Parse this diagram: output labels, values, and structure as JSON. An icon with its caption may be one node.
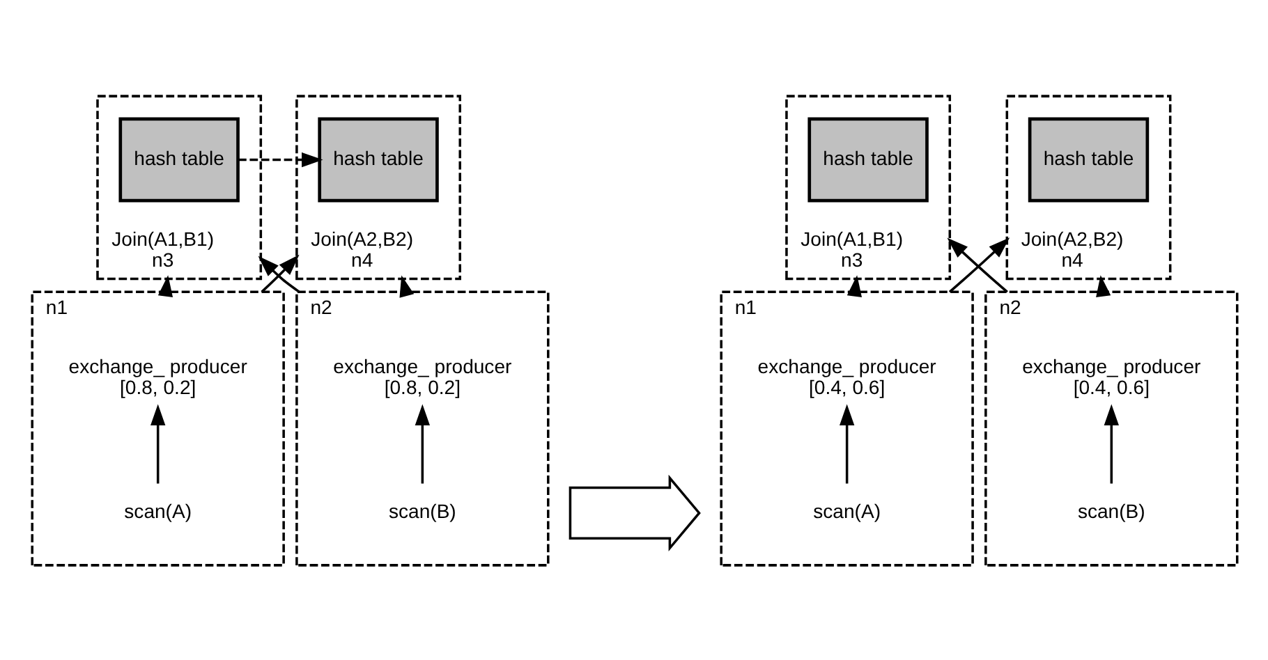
{
  "diagram": {
    "nodes": [
      {
        "text": [
          "Join(A1,B1)",
          "n3"
        ]
      },
      {
        "text": [
          "hash table"
        ],
        "in": 0
      },
      {
        "text": [
          "Join(A2,B2)",
          "n4"
        ]
      },
      {
        "text": [
          "hash table"
        ],
        "in": 2
      },
      {
        "text": [],
        "shape": "arrow"
      },
      {
        "text": [
          "Join(A1,B1)",
          "n3"
        ]
      },
      {
        "text": [
          "hash table"
        ],
        "in": 5
      },
      {
        "text": [
          "Join(A2,B2)",
          "n4"
        ]
      },
      {
        "text": [
          "hash table"
        ],
        "in": 7
      },
      {
        "text": [
          "n1"
        ]
      },
      {
        "text": [
          "exchange_ producer",
          "[0.8, 0.2]"
        ],
        "in": 9
      },
      {
        "text": [
          "scan(A)"
        ],
        "in": 9
      },
      {
        "text": [
          "n2"
        ]
      },
      {
        "text": [
          "exchange_ producer",
          "[0.8, 0.2]"
        ],
        "in": 12
      },
      {
        "text": [
          "scan(B)"
        ],
        "in": 12
      },
      {
        "text": [
          "n1"
        ]
      },
      {
        "text": [
          "exchange_ producer",
          "[0.4, 0.6]"
        ],
        "in": 15
      },
      {
        "text": [
          "scan(A)"
        ],
        "in": 15
      },
      {
        "text": [
          "n2"
        ]
      },
      {
        "text": [
          "exchange_ producer",
          "[0.4, 0.6]"
        ],
        "in": 18
      },
      {
        "text": [
          "scan(B)"
        ],
        "in": 18
      }
    ],
    "edges": [
      {
        "from": 1,
        "to": 3,
        "arrow": "to",
        "style": "dashed"
      },
      {
        "from": 11,
        "to": 10,
        "arrow": "to"
      },
      {
        "from": 14,
        "to": 13,
        "arrow": "to"
      },
      {
        "from": 9,
        "to": 0,
        "arrow": "to"
      },
      {
        "from": 9,
        "to": 2,
        "arrow": "to"
      },
      {
        "from": 12,
        "to": 0,
        "arrow": "to"
      },
      {
        "from": 12,
        "to": 2,
        "arrow": "to"
      },
      {
        "from": 17,
        "to": 16,
        "arrow": "to"
      },
      {
        "from": 20,
        "to": 19,
        "arrow": "to"
      },
      {
        "from": 15,
        "to": 5,
        "arrow": "to"
      },
      {
        "from": 15,
        "to": 7,
        "arrow": "to"
      },
      {
        "from": 18,
        "to": 5,
        "arrow": "to"
      },
      {
        "from": 18,
        "to": 7,
        "arrow": "to"
      }
    ]
  }
}
